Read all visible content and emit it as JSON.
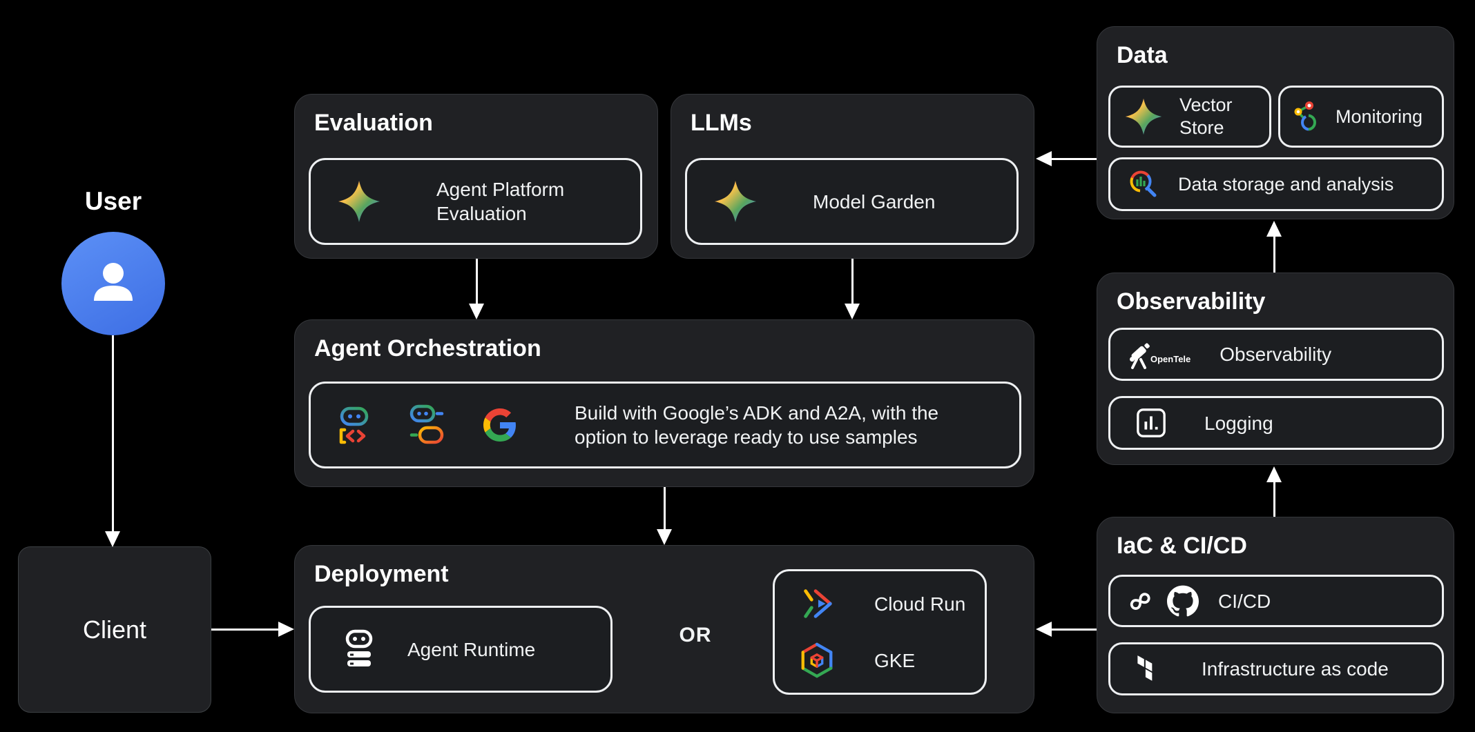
{
  "diagram": {
    "user": {
      "label": "User"
    },
    "client": {
      "label": "Client"
    },
    "evaluation": {
      "title": "Evaluation",
      "chip_label": "Agent Platform Evaluation"
    },
    "llms": {
      "title": "LLMs",
      "chip_label": "Model Garden"
    },
    "orchestration": {
      "title": "Agent Orchestration",
      "chip_label": "Build with Google’s ADK and A2A, with the option to leverage ready to use samples"
    },
    "deployment": {
      "title": "Deployment",
      "runtime_label": "Agent Runtime",
      "or_label": "OR",
      "options": [
        {
          "label": "Cloud Run"
        },
        {
          "label": "GKE"
        }
      ]
    },
    "data": {
      "title": "Data",
      "chips": [
        {
          "label": "Vector Store"
        },
        {
          "label": "Monitoring"
        },
        {
          "label": "Data storage and analysis"
        }
      ]
    },
    "observability": {
      "title": "Observability",
      "otel_text": "OpenTele",
      "chips": [
        {
          "label": "Observability"
        },
        {
          "label": "Logging"
        }
      ]
    },
    "iac": {
      "title": "IaC & CI/CD",
      "chips": [
        {
          "label": "CI/CD"
        },
        {
          "label": "Infrastructure as code"
        }
      ]
    }
  },
  "colors": {
    "background": "#000000",
    "panel_fill": "#202124",
    "panel_border": "#35373b",
    "chip_border": "#eef0f2",
    "text": "#ffffff",
    "google_blue": "#4285f4",
    "google_red": "#ea4335",
    "google_yellow": "#fbbc04",
    "google_green": "#34a853",
    "user_avatar": "#4b7ef2"
  }
}
